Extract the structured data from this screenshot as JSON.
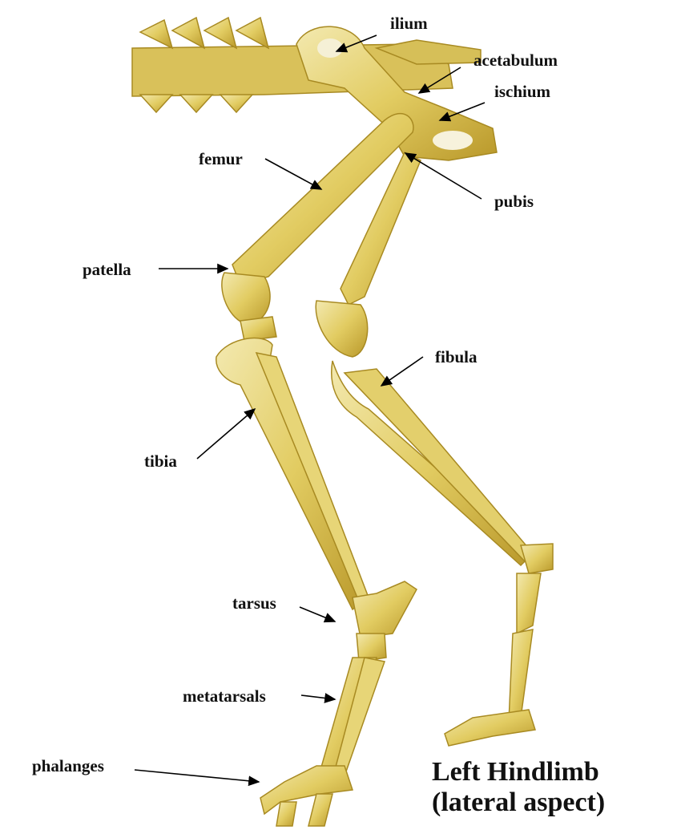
{
  "labels": {
    "ilium": "ilium",
    "acetabulum": "acetabulum",
    "ischium": "ischium",
    "femur": "femur",
    "pubis": "pubis",
    "patella": "patella",
    "fibula": "fibula",
    "tibia": "tibia",
    "tarsus": "tarsus",
    "metatarsals": "metatarsals",
    "phalanges": "phalanges"
  },
  "caption": {
    "line1": "Left Hindlimb",
    "line2": "(lateral aspect)"
  },
  "colors": {
    "bone": "#e6d47a",
    "bone_shadow": "#c9ad3c",
    "bone_highlight": "#f3e9b0",
    "arrow": "#000000"
  }
}
